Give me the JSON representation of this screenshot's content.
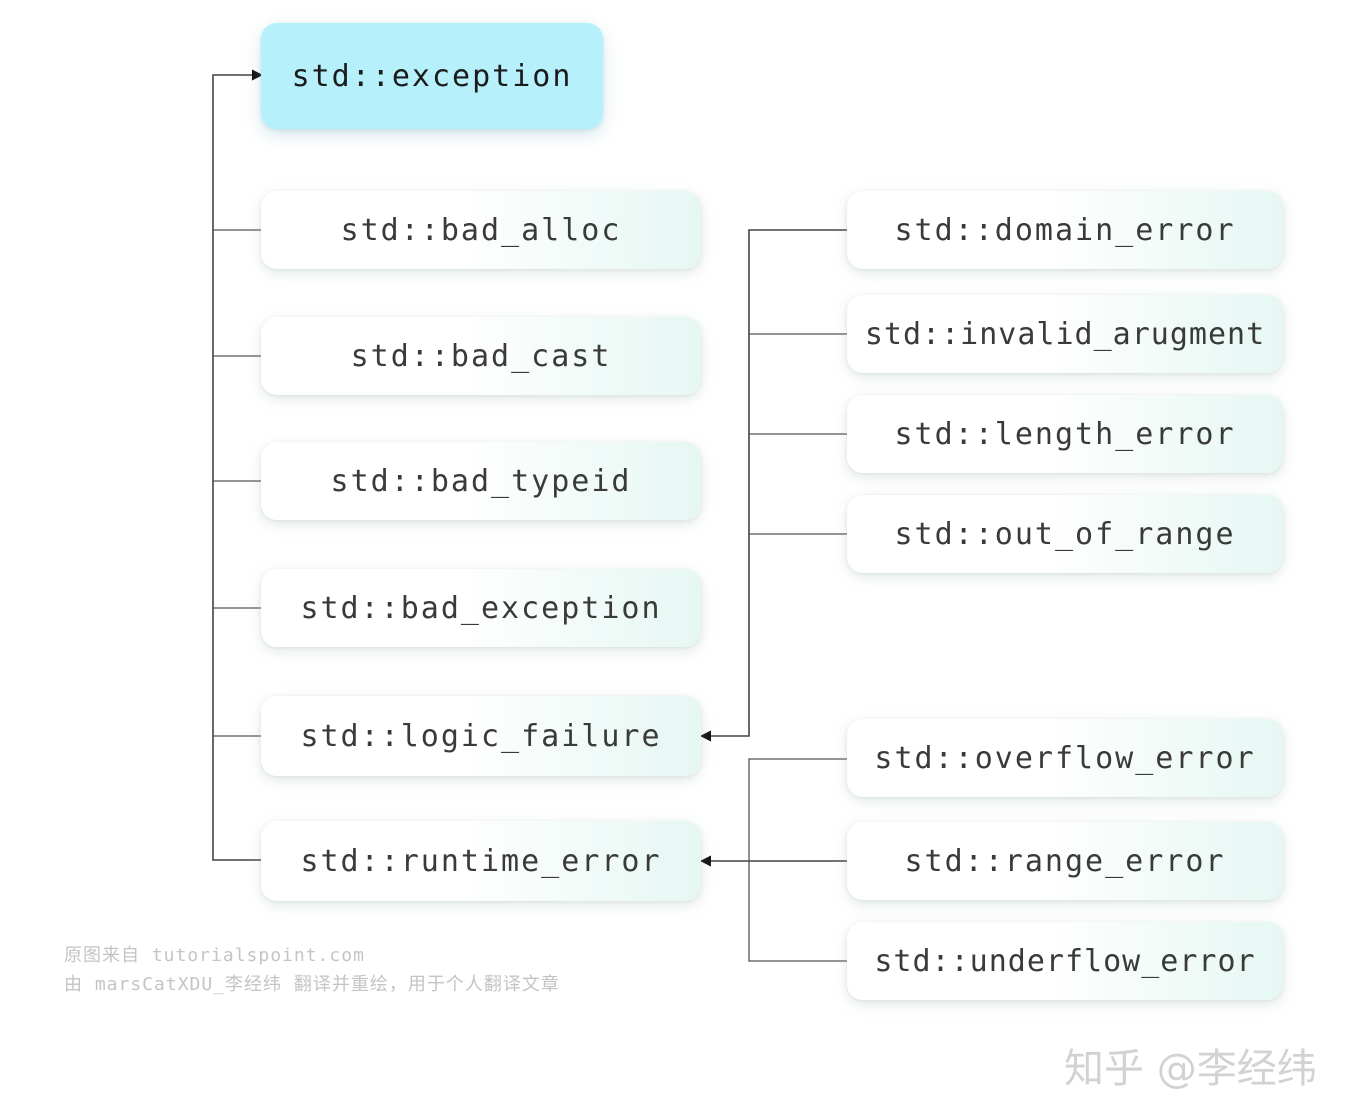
{
  "nodes": {
    "exception": "std::exception",
    "bad_alloc": "std::bad_alloc",
    "bad_cast": "std::bad_cast",
    "bad_typeid": "std::bad_typeid",
    "bad_exception": "std::bad_exception",
    "logic_failure": "std::logic_failure",
    "runtime_error": "std::runtime_error",
    "domain_error": "std::domain_error",
    "invalid_arugment": "std::invalid_arugment",
    "length_error": "std::length_error",
    "out_of_range": "std::out_of_range",
    "overflow_error": "std::overflow_error",
    "range_error": "std::range_error",
    "underflow_error": "std::underflow_error"
  },
  "credits": {
    "line1": "原图来自 tutorialspoint.com",
    "line2": "由 marsCatXDU_李经纬 翻译并重绘，用于个人翻译文章"
  },
  "watermark": "知乎 @李经纬",
  "colors": {
    "root_fill": "#b6f1fb",
    "node_fill_start": "#ffffff",
    "node_fill_end": "#e6f7f3",
    "connector": "#555555",
    "arrow": "#111111"
  }
}
